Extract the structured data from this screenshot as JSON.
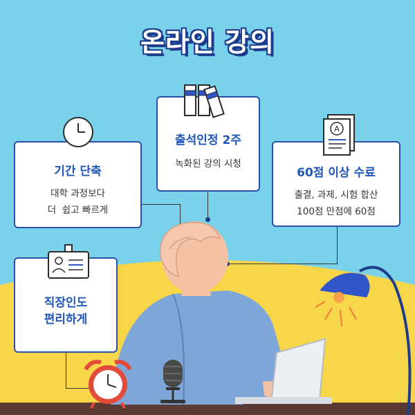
{
  "title": "온라인 강의",
  "cards": {
    "attendance": {
      "title": "출석인정 2주",
      "lines": [
        "녹화된 강의 시청"
      ]
    },
    "period": {
      "title": "기간 단축",
      "lines": [
        "대학 과정보다",
        "더  쉽고 빠르게"
      ]
    },
    "completion": {
      "title": "60점 이상 수료",
      "lines": [
        "출결, 과제, 시험 합산",
        "100점 만점에 60점"
      ]
    },
    "worker": {
      "title_lines": [
        "직장인도",
        "편리하게"
      ]
    }
  },
  "icons": {
    "books": "books-icon",
    "clock": "clock-icon",
    "document": "grade-document-icon",
    "badge": "id-badge-icon",
    "alarm": "alarm-clock-icon",
    "mic": "microphone-icon",
    "lamp": "desk-lamp-icon",
    "laptop": "laptop-icon"
  },
  "colors": {
    "sky": "#79D2EA",
    "yellow": "#F8D649",
    "navy": "#1E3C8C",
    "card_title": "#1E56B8",
    "desk": "#5A3A32"
  },
  "document_grade": "A"
}
